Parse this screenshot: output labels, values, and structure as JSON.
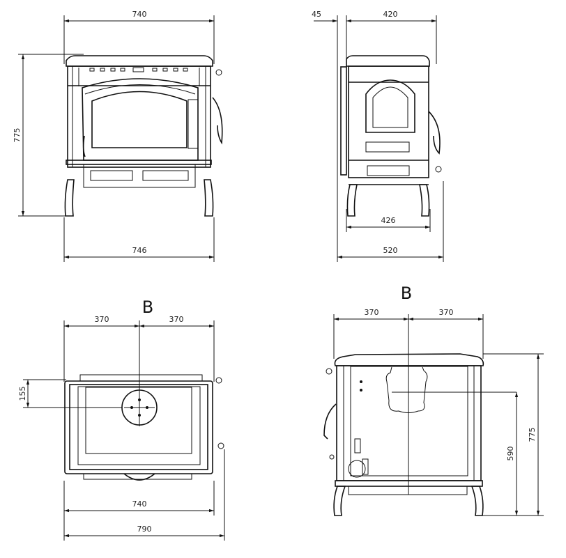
{
  "views": {
    "front": {
      "width_top": "740",
      "height": "775",
      "width_base": "746"
    },
    "side": {
      "door_offset": "45",
      "depth_top": "420",
      "leg_depth": "426",
      "depth_total": "520"
    },
    "top": {
      "section_label": "B",
      "left_half": "370",
      "right_half": "370",
      "flue_offset": "155",
      "width": "740",
      "width_total": "790"
    },
    "back": {
      "section_label": "B",
      "left_half": "370",
      "right_half": "370",
      "flue_height": "590",
      "height": "775"
    }
  },
  "colors": {
    "line": "#111111",
    "background": "#ffffff"
  }
}
